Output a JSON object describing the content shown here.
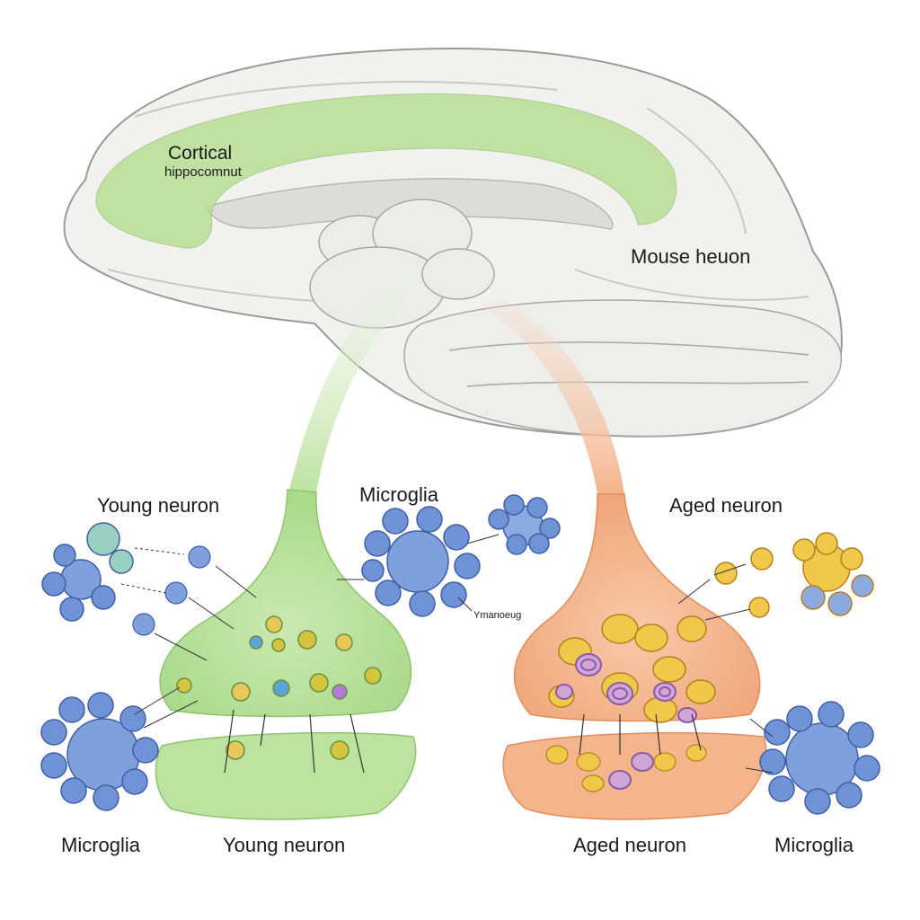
{
  "labels": {
    "cortical": "Cortical",
    "hippocampus": "hippocomnut",
    "mouse_neuron": "Mouse heuon",
    "young_neuron_top": "Young neuron",
    "microglia_top": "Microglia",
    "aged_neuron_top": "Aged neuron",
    "small_label": "Ymanoeug",
    "microglia_bottom_left": "Microglia",
    "young_neuron_bottom": "Young neuron",
    "aged_neuron_bottom": "Aged neuron",
    "microglia_bottom_right": "Microglia"
  },
  "colors": {
    "brain_fill": "#f1f1ef",
    "brain_stroke": "#9a9a98",
    "hippocampus_green": "#b9df96",
    "young_neuron_green": "#bde3a0",
    "aged_neuron_orange": "#f4b48c",
    "microglia_blue": "#6f93d6",
    "aged_microglia_yellow": "#f0c84a",
    "mitochondria_purple": "#8a5aa8"
  }
}
